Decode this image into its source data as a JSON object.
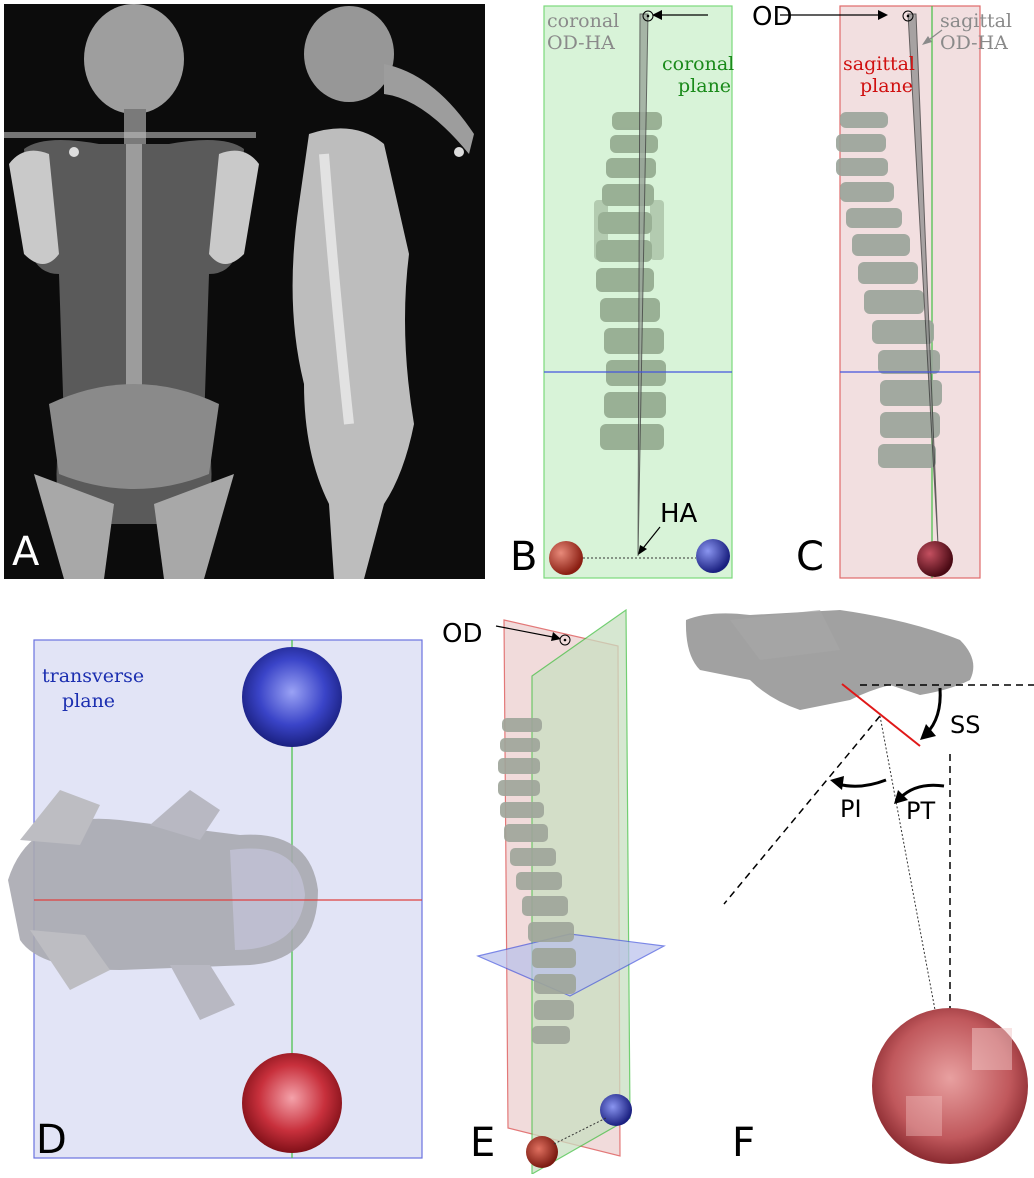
{
  "panels": {
    "A": {
      "letter": "A"
    },
    "B": {
      "letter": "B",
      "label_top_1": "coronal",
      "label_top_2": "OD-HA",
      "plane_1": "coronal",
      "plane_2": "plane",
      "od": "OD",
      "ha": "HA"
    },
    "C": {
      "letter": "C",
      "label_top_1": "sagittal",
      "label_top_2": "OD-HA",
      "plane_1": "sagittal",
      "plane_2": "plane"
    },
    "D": {
      "letter": "D",
      "plane_1": "transverse",
      "plane_2": "plane"
    },
    "E": {
      "letter": "E",
      "od": "OD"
    },
    "F": {
      "letter": "F",
      "ss": "SS",
      "pi": "PI",
      "pt": "PT"
    }
  },
  "colors": {
    "coronal_plane": "#1a8a1a",
    "sagittal_plane": "#d01010",
    "transverse_plane": "#1c2fb0",
    "gray_label": "#8a8a8a",
    "left_hip": "#c03a2a",
    "right_hip": "#2a37b0",
    "bone": "#8fa58a"
  }
}
